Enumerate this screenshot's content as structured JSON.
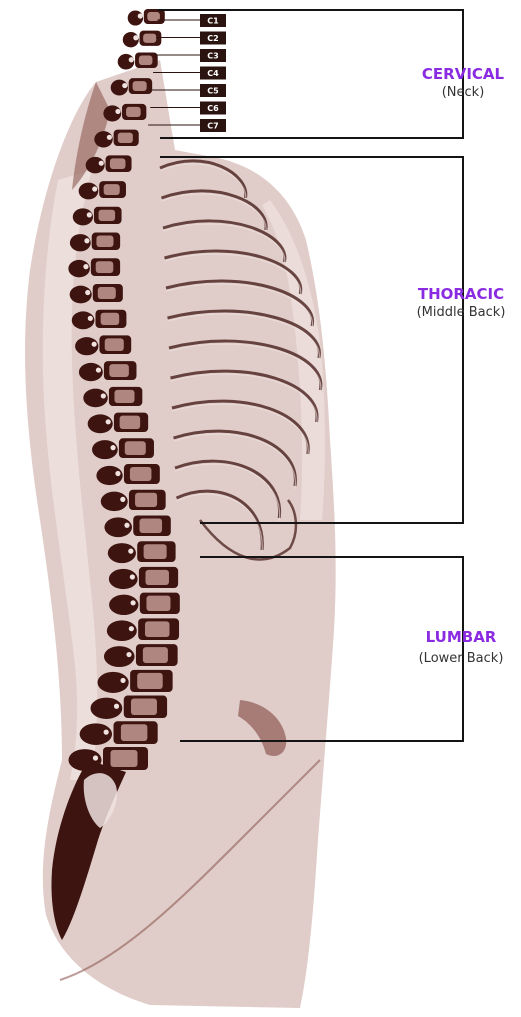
{
  "colors": {
    "label_accent": "#8a2be2",
    "bone": "#3d1410",
    "bone_light": "#8e5a54",
    "body_fill": "#c7a29c",
    "skin_light": "#efe2df",
    "bracket": "#141414",
    "tag_fill": "#2b1410"
  },
  "vertebra_tags": [
    "C1",
    "C2",
    "C3",
    "C4",
    "C5",
    "C6",
    "C7"
  ],
  "regions": [
    {
      "id": "cervical",
      "title": "CERVICAL",
      "subtitle": "(Neck)"
    },
    {
      "id": "thoracic",
      "title": "THORACIC",
      "subtitle": "(Middle Back)"
    },
    {
      "id": "lumbar",
      "title": "LUMBAR",
      "subtitle": "(Lower Back)"
    }
  ]
}
